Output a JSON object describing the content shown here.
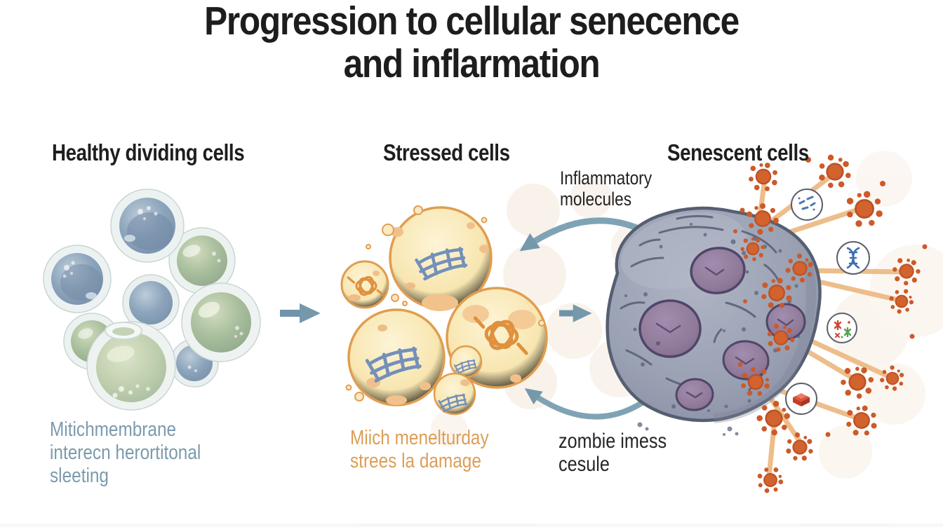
{
  "title": {
    "line1": "Progression to cellular senecence",
    "line2": "and inflarmation"
  },
  "column_labels": {
    "healthy": "Healthy dividing cells",
    "stressed": "Stressed cells",
    "senescent": "Senescent cells"
  },
  "annotations": {
    "inflammatory": {
      "line1": "Inflammatory",
      "line2": "molecules"
    },
    "healthy_caption": {
      "line1": "Mitichmembrane",
      "line2": "interecn herortitonal",
      "line3": "sleeting"
    },
    "stressed_caption": {
      "line1": "Miich menelturday",
      "line2": "strees la damage"
    },
    "zombie_caption": {
      "line1": "zombie imess",
      "line2": "cesule"
    }
  },
  "icons": {
    "arrow_1": "right-arrow-icon",
    "arrow_2": "right-arrow-icon",
    "top_curved": "curved-double-arrow-icon",
    "bottom_curved": "curved-return-arrow-icon",
    "badge_1": "chromatin-specks-icon",
    "badge_2": "dna-helix-icon",
    "badge_3": "microbe-splat-icon",
    "badge_4": "layered-box-icon",
    "particles": "inflammatory-particle-icon"
  },
  "colors": {
    "title_text": "#1d1d1d",
    "arrow": "#7598ab",
    "healthy_caption_text": "#7b9aad",
    "stressed_caption_text": "#db9e57",
    "zombie_caption_text": "#262626",
    "healthy_cell_blue": "#8da5bc",
    "healthy_cell_green": "#a9bf9d",
    "stressed_cell_fill": "#f9e9bd",
    "stressed_cell_outline": "#e09d4f",
    "senescent_body": "#99a1b3",
    "senescent_outline": "#565e72",
    "nucleus_fill": "#8f7a99",
    "particle_orange": "#d2622e",
    "ray_tan": "#edbd8a"
  }
}
